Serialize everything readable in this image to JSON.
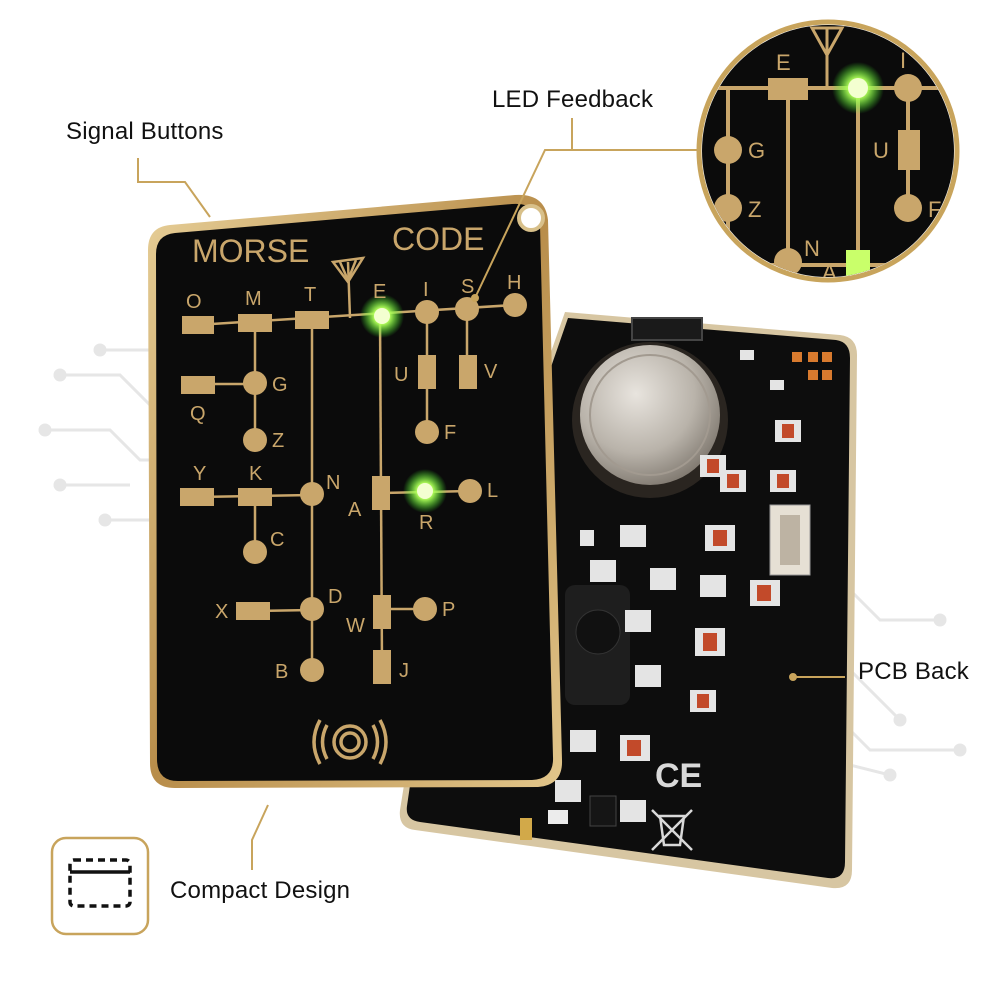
{
  "callouts": {
    "signal_buttons": "Signal Buttons",
    "led_feedback": "LED Feedback",
    "pcb_back": "PCB Back",
    "compact_design": "Compact Design"
  },
  "front_card": {
    "title_left": "MORSE",
    "title_right": "CODE",
    "letters": [
      "O",
      "M",
      "T",
      "E",
      "I",
      "S",
      "H",
      "G",
      "Q",
      "Z",
      "U",
      "V",
      "F",
      "Y",
      "K",
      "N",
      "A",
      "R",
      "L",
      "C",
      "X",
      "D",
      "W",
      "P",
      "B",
      "J"
    ]
  },
  "zoom_letters": [
    "E",
    "I",
    "G",
    "U",
    "Z",
    "F",
    "N",
    "A"
  ],
  "back_marks": {
    "ce": "CE"
  },
  "colors": {
    "accent": "#c8a45c",
    "board": "#0b0b0b",
    "gold": "#d4b272",
    "led": "#9dff5a",
    "copper": "#b88d4a"
  },
  "icons": [
    "antenna-icon",
    "vibration-icon",
    "card-icon",
    "ce-mark-icon",
    "weee-bin-icon"
  ]
}
